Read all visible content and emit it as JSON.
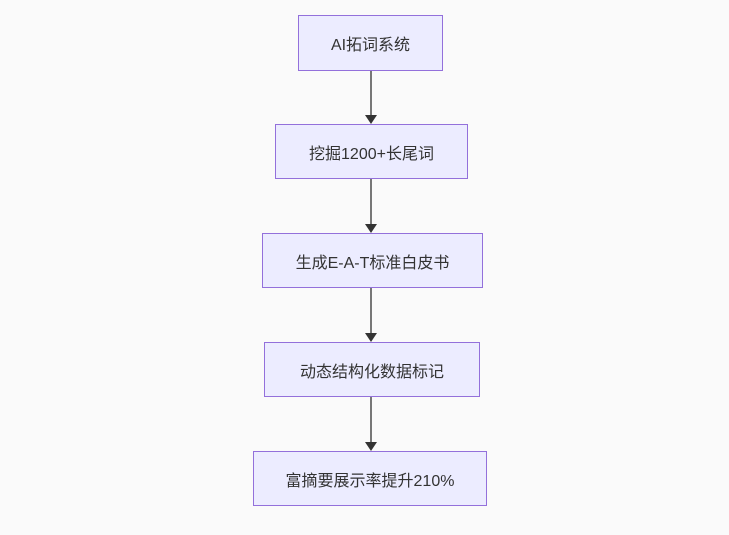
{
  "page": {
    "background_color": "#fafafa"
  },
  "chart_data": {
    "type": "table",
    "note": "vertical flowchart, top-down"
  },
  "flowchart": {
    "direction": "top-down",
    "node_fill_color": "#ECECFF",
    "node_border_color": "#9370DB",
    "node_text_color": "#333333",
    "connector_line_color": "#777777",
    "arrowhead_color": "#333333",
    "nodes": [
      {
        "id": "1",
        "label": "AI拓词系统"
      },
      {
        "id": "2",
        "label": "挖掘1200+长尾词"
      },
      {
        "id": "3",
        "label": "生成E-A-T标准白皮书"
      },
      {
        "id": "4",
        "label": "动态结构化数据标记"
      },
      {
        "id": "5",
        "label": "富摘要展示率提升210%"
      }
    ],
    "edges": [
      {
        "from": "1",
        "to": "2"
      },
      {
        "from": "2",
        "to": "3"
      },
      {
        "from": "3",
        "to": "4"
      },
      {
        "from": "4",
        "to": "5"
      }
    ]
  }
}
